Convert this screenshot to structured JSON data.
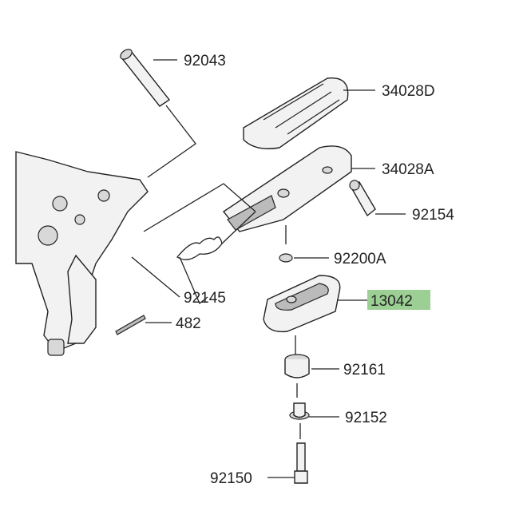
{
  "diagram": {
    "labels": {
      "p92043": "92043",
      "p34028D": "34028D",
      "p34028A": "34028A",
      "p92154": "92154",
      "p92200A": "92200A",
      "p92145": "92145",
      "p13042": "13042",
      "p482": "482",
      "p92161": "92161",
      "p92152": "92152",
      "p92150": "92150"
    },
    "highlight_color": "#9ccf94",
    "highlighted_part": "13042"
  }
}
